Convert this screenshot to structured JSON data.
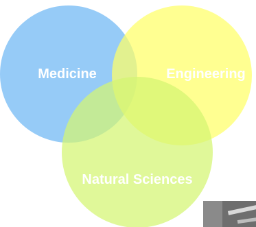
{
  "diagram": {
    "type": "venn",
    "circles": [
      {
        "id": "medicine",
        "label": "Medicine",
        "color": "#7fbff5"
      },
      {
        "id": "engineering",
        "label": "Engineering",
        "color": "#ffff66"
      },
      {
        "id": "natural-sciences",
        "label": "Natural Sciences",
        "color": "#d4f571"
      }
    ]
  },
  "photo": {
    "icon": "photo-fragment"
  }
}
